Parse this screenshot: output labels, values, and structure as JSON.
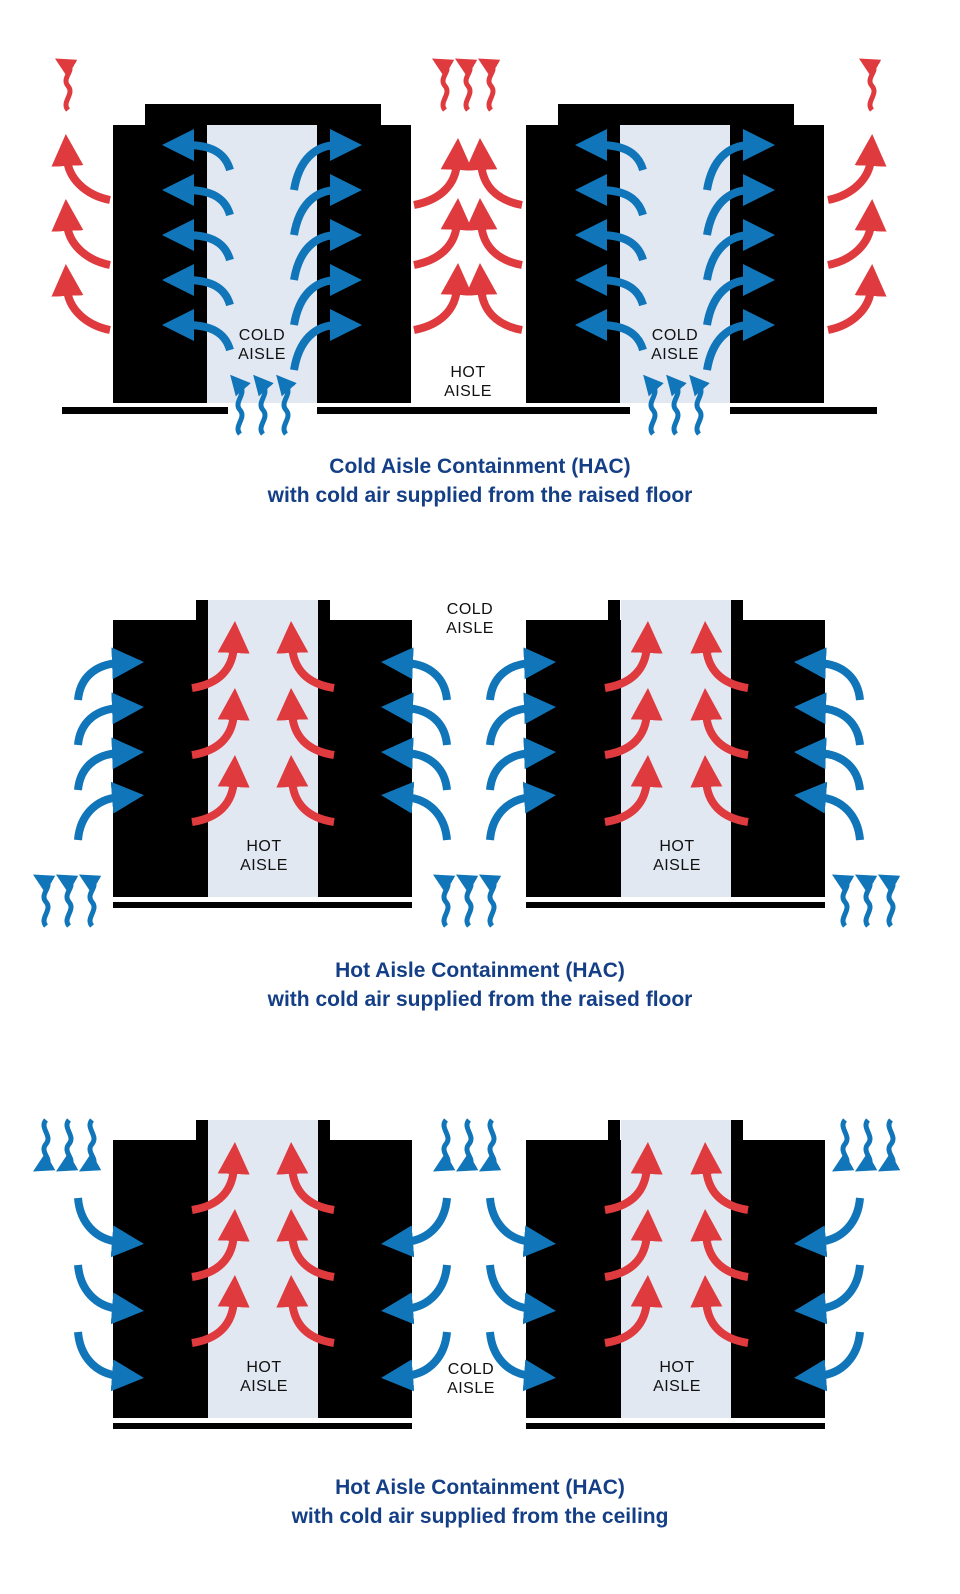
{
  "colors": {
    "cold_air": "#1075b9",
    "hot_air": "#df3a3e",
    "rack": "#000000",
    "contained_aisle": "#e2e8f2",
    "caption": "#143f86"
  },
  "panels": [
    {
      "id": "cold-aisle-raised-floor",
      "aisle_labels": [
        {
          "line1": "COLD",
          "line2": "AISLE"
        },
        {
          "line1": "HOT",
          "line2": "AISLE"
        },
        {
          "line1": "COLD",
          "line2": "AISLE"
        }
      ],
      "caption": {
        "line1": "Cold Aisle Containment (HAC)",
        "line2": "with cold air supplied from the raised floor"
      }
    },
    {
      "id": "hot-aisle-raised-floor",
      "aisle_labels": [
        {
          "line1": "COLD",
          "line2": "AISLE"
        },
        {
          "line1": "HOT",
          "line2": "AISLE"
        },
        {
          "line1": "HOT",
          "line2": "AISLE"
        }
      ],
      "caption": {
        "line1": "Hot Aisle Containment (HAC)",
        "line2": "with cold air supplied from the raised floor"
      }
    },
    {
      "id": "hot-aisle-ceiling",
      "aisle_labels": [
        {
          "line1": "HOT",
          "line2": "AISLE"
        },
        {
          "line1": "COLD",
          "line2": "AISLE"
        },
        {
          "line1": "HOT",
          "line2": "AISLE"
        }
      ],
      "caption": {
        "line1": "Hot Aisle Containment (HAC)",
        "line2": "with cold air supplied from the ceiling"
      }
    }
  ]
}
